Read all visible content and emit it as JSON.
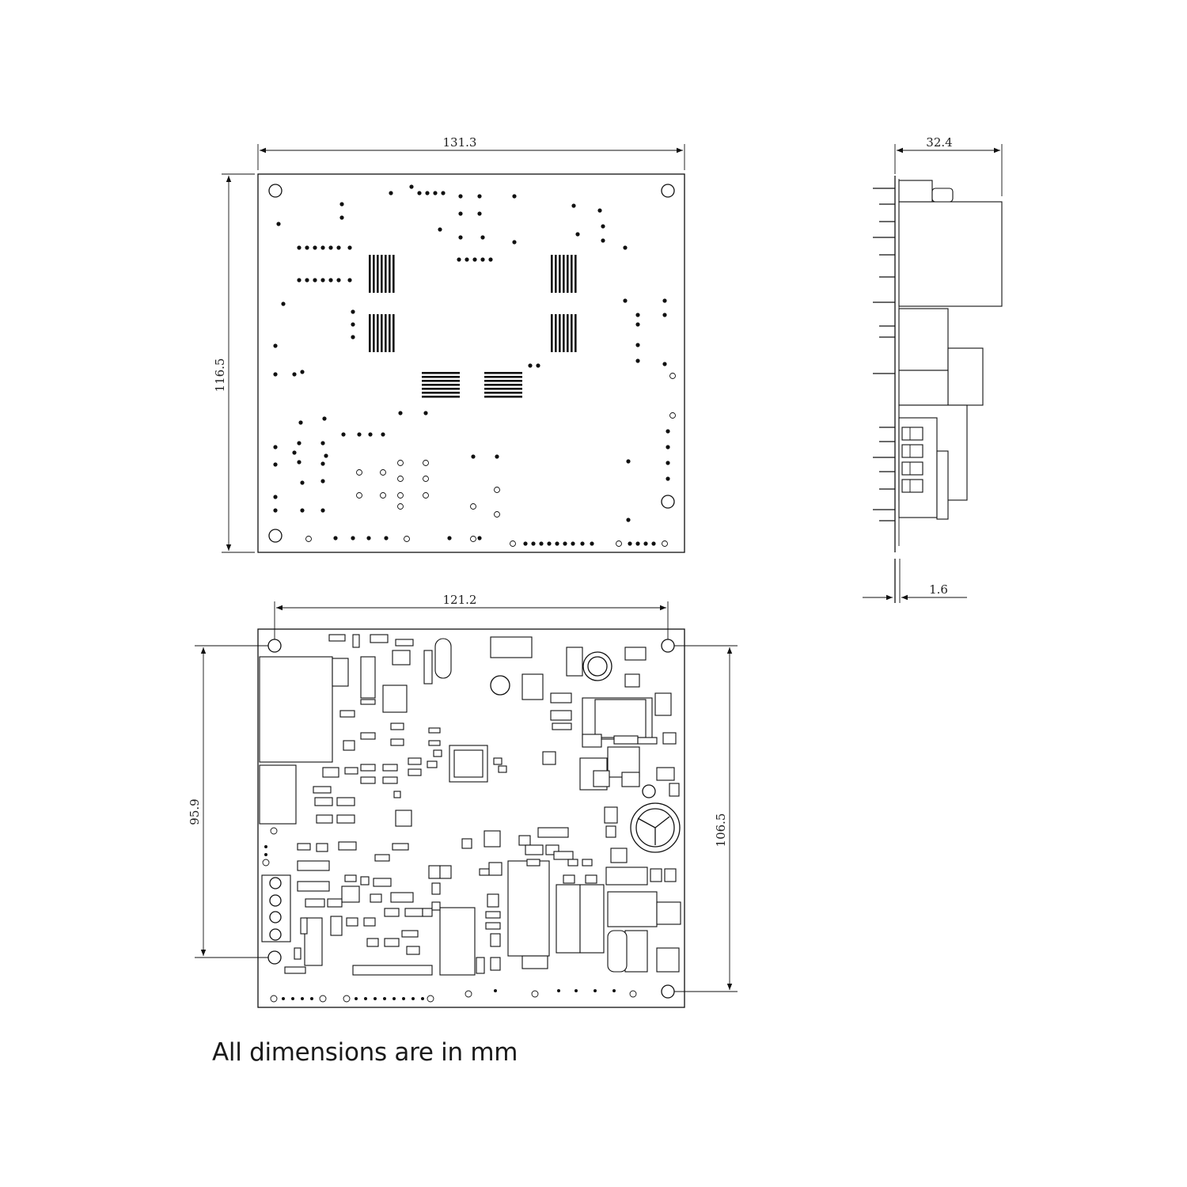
{
  "drawing": {
    "top_view": {
      "width_label": "131.3",
      "height_label": "116.5"
    },
    "bottom_view": {
      "hole_spacing_x_label": "121.2",
      "hole_spacing_y_left_label": "95.9",
      "hole_spacing_y_right_label": "106.5"
    },
    "side_view": {
      "depth_label": "32.4",
      "board_thickness_label": "1.6"
    }
  },
  "note": "All dimensions are in mm"
}
